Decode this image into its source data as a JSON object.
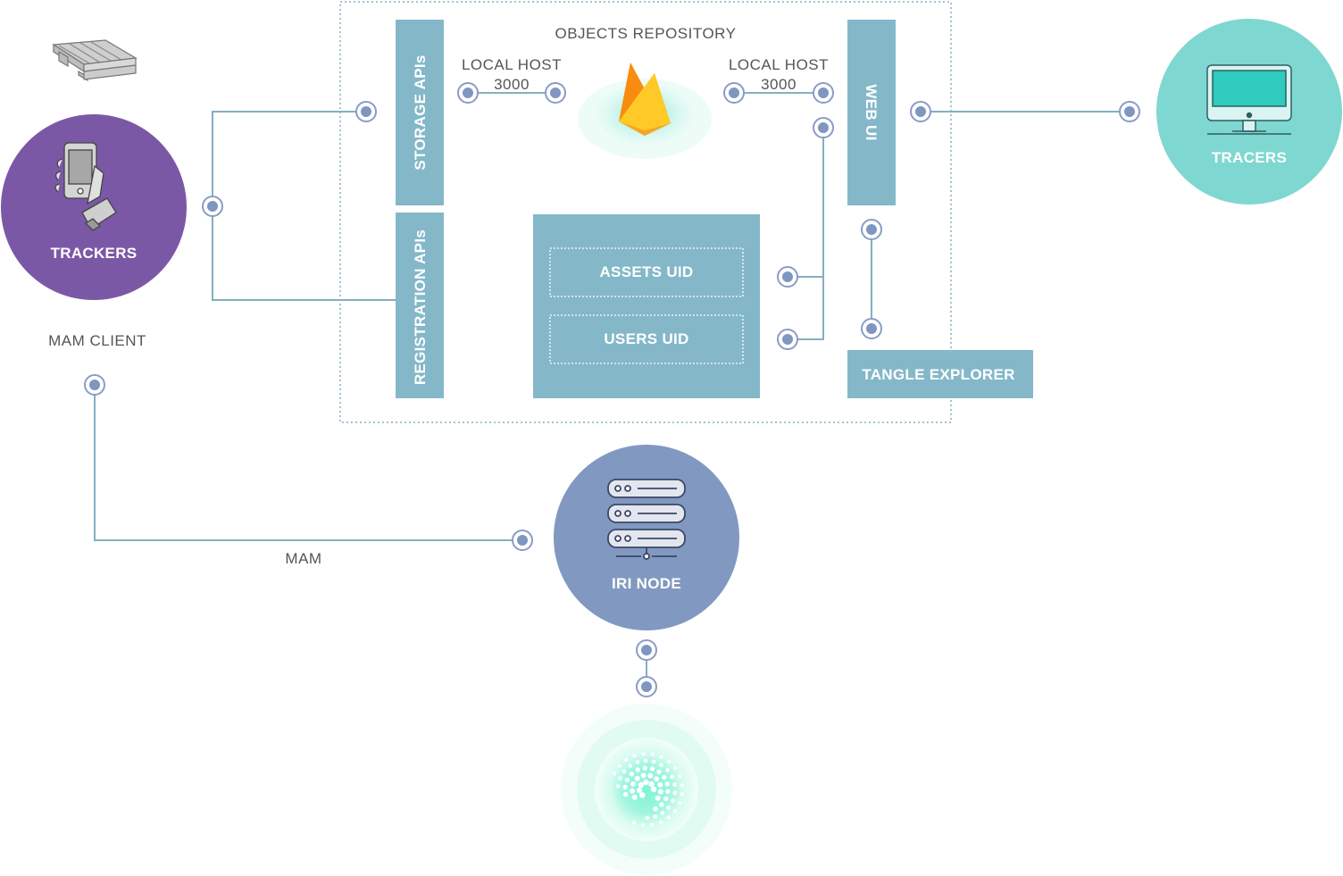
{
  "labels": {
    "objects_repository": "OBJECTS REPOSITORY",
    "local_host_left": "LOCAL HOST",
    "port_left": "3000",
    "local_host_right": "LOCAL HOST",
    "port_right": "3000",
    "storage_apis": "STORAGE APIs",
    "registration_apis": "REGISTRATION APIs",
    "web_ui": "WEB UI",
    "assets_uid": "ASSETS UID",
    "users_uid": "USERS UID",
    "tangle_explorer": "TANGLE EXPLORER",
    "trackers": "TRACKERS",
    "tracers": "TRACERS",
    "iri_node": "IRI NODE",
    "mam_client": "MAM CLIENT",
    "mam": "MAM"
  },
  "colors": {
    "panel_blue": "#84b8c8",
    "trackers_purple": "#7b58a6",
    "tracers_teal": "#7fd7d1",
    "iri_node_blue": "#8199c0",
    "connector_dot": "#7f96c2",
    "line": "#84afc3",
    "firebase_orange": "#f6a623",
    "iota_glow": "#7ff3d6"
  },
  "icons": {
    "pallet": "pallet-icon",
    "phone_hand": "phone-hand-icon",
    "monitor": "monitor-icon",
    "server": "server-icon",
    "firebase": "firebase-icon",
    "iota": "iota-logo-icon"
  }
}
